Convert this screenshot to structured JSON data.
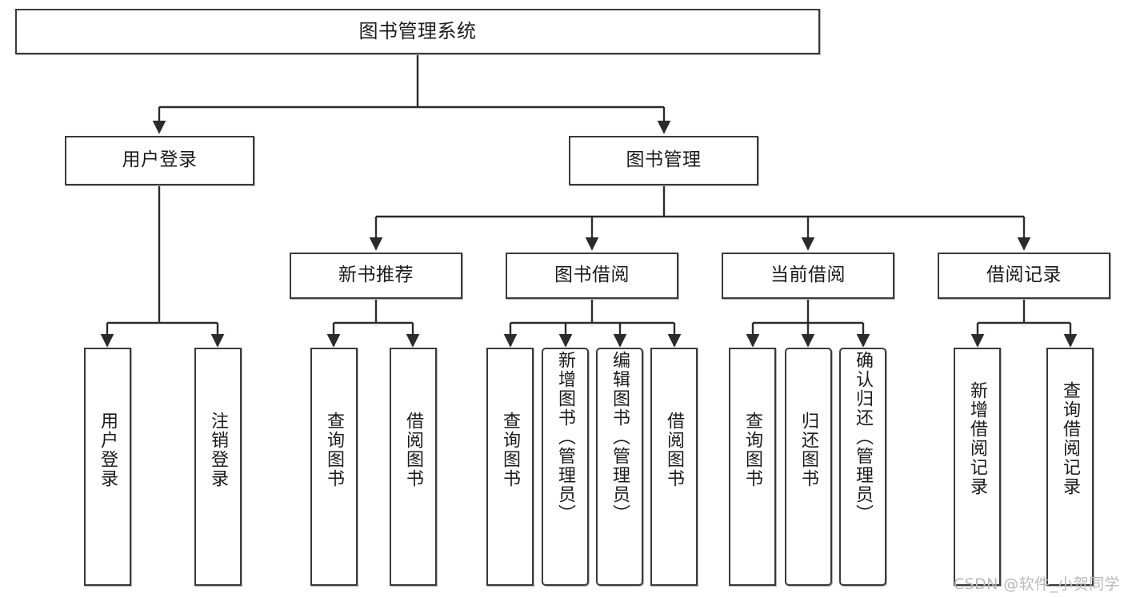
{
  "diagram": {
    "title": "图书管理系统",
    "type": "tree-hierarchy-diagram",
    "colors": {
      "background": "#ffffff",
      "node_fill": "#ffffff",
      "node_border": "#3a3a3a",
      "edge": "#2b2b2b",
      "text": "#1b1b1b",
      "watermark": "#b9b9b9"
    }
  },
  "nodes": {
    "root": {
      "label": "图书管理系统"
    },
    "level2": [
      {
        "label": "用户登录"
      },
      {
        "label": "图书管理"
      }
    ],
    "level3": [
      {
        "label": "新书推荐"
      },
      {
        "label": "图书借阅"
      },
      {
        "label": "当前借阅"
      },
      {
        "label": "借阅记录"
      }
    ],
    "leaves": {
      "user_login": [
        {
          "label": "用户登录"
        },
        {
          "label": "注销登录"
        }
      ],
      "new_book_recommend": [
        {
          "label": "查询图书"
        },
        {
          "label": "借阅图书"
        }
      ],
      "book_borrow": [
        {
          "label": "查询图书"
        },
        {
          "label": "新增图书（管理员）"
        },
        {
          "label": "编辑图书（管理员）"
        },
        {
          "label": "借阅图书"
        }
      ],
      "current_borrow": [
        {
          "label": "查询图书"
        },
        {
          "label": "归还图书"
        },
        {
          "label": "确认归还（管理员）"
        }
      ],
      "borrow_record": [
        {
          "label": "新增借阅记录"
        },
        {
          "label": "查询借阅记录"
        }
      ]
    }
  },
  "watermark": {
    "text": "CSDN @软件_小贺同学"
  }
}
